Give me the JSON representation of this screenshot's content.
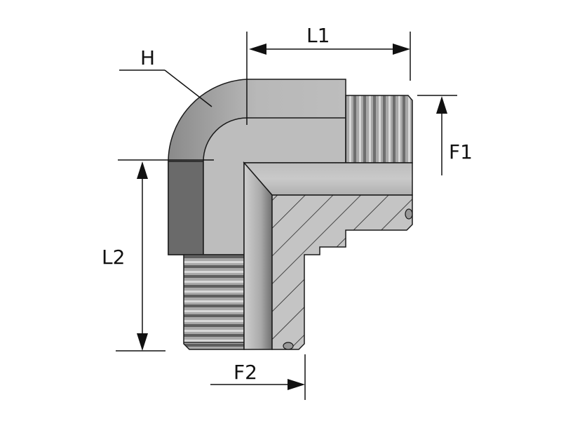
{
  "labels": {
    "l1": "L1",
    "l2": "L2",
    "f1": "F1",
    "f2": "F2",
    "h": "H"
  },
  "colors": {
    "outline": "#1a1a1a",
    "body_light": "#bdbdbd",
    "body_dark": "#6a6a6a",
    "hatch_fill": "#c4c4c4"
  }
}
